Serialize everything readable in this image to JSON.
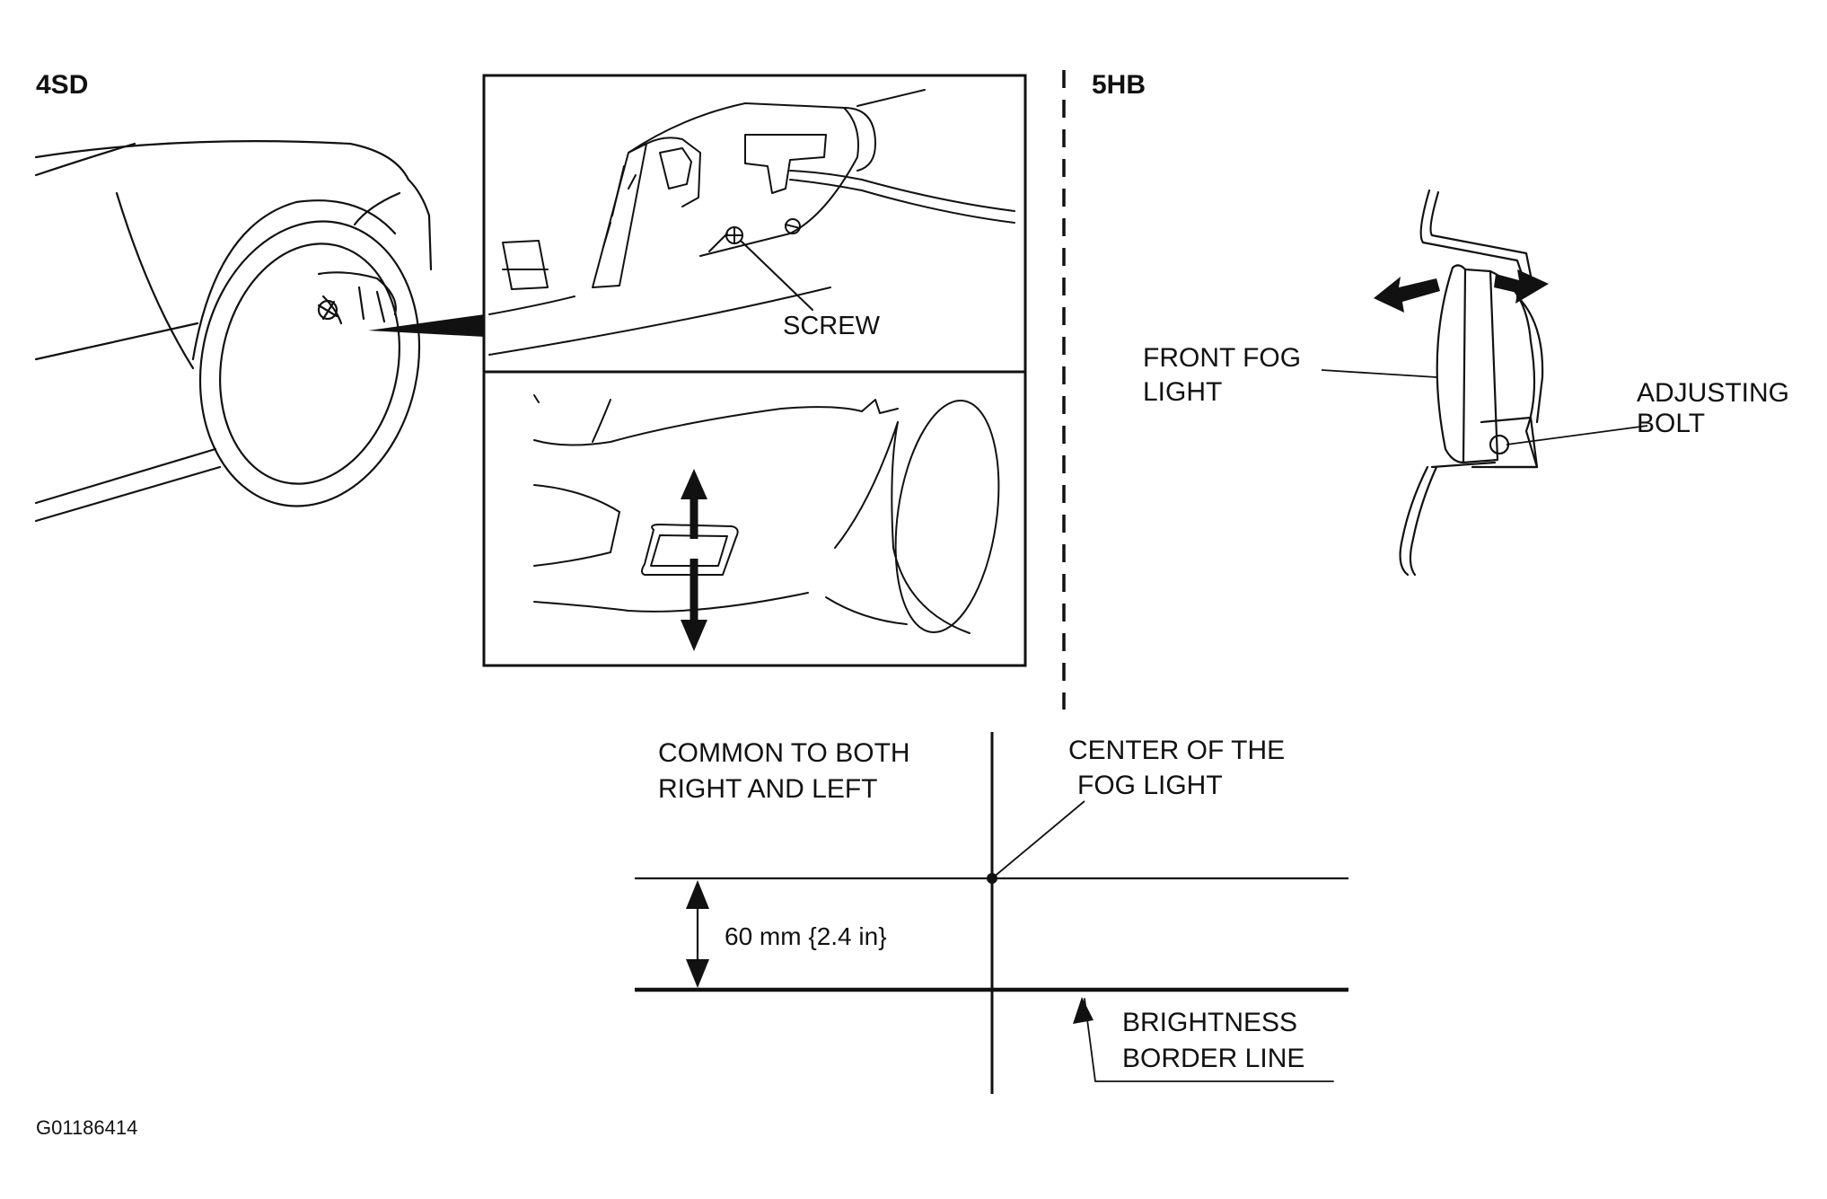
{
  "sections": {
    "left_model": "4SD",
    "right_model": "5HB"
  },
  "callouts": {
    "screw": "SCREW",
    "front_fog_light_1": "FRONT FOG",
    "front_fog_light_2": "LIGHT",
    "adjusting_bolt_1": "ADJUSTING",
    "adjusting_bolt_2": "BOLT"
  },
  "aiming_chart": {
    "common_1": "COMMON TO BOTH",
    "common_2": "RIGHT AND LEFT",
    "center_1": "CENTER OF THE",
    "center_2": "FOG LIGHT",
    "distance": "60 mm {2.4 in}",
    "border_1": "BRIGHTNESS",
    "border_2": "BORDER LINE"
  },
  "figure_code": "G01186414",
  "colors": {
    "ink": "#111111",
    "background": "#ffffff"
  }
}
